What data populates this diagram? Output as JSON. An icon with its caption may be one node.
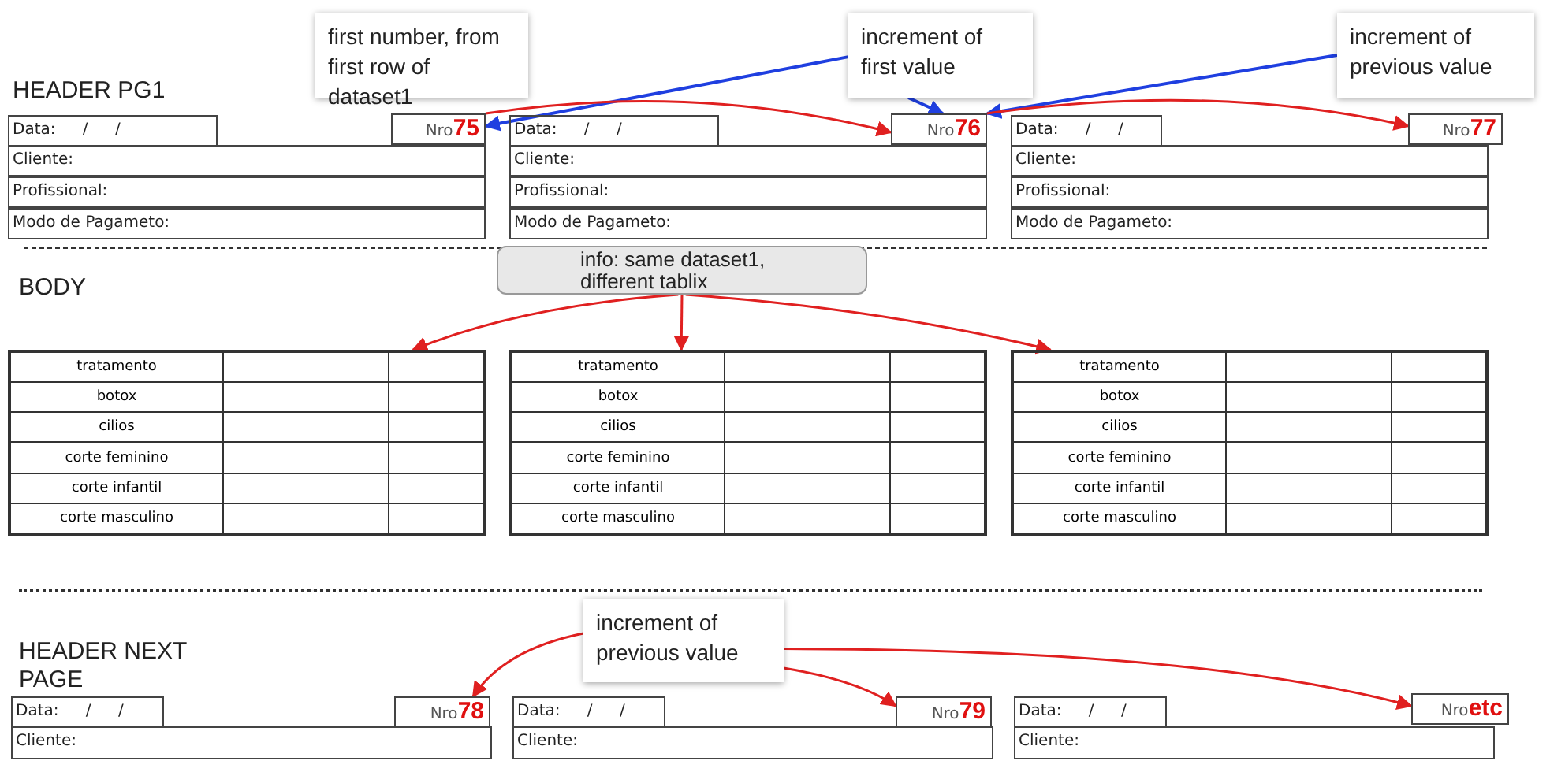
{
  "diagram": {
    "nodes": [
      {
        "text": [
          "first number, from first row of dataset1"
        ]
      },
      {
        "text": [
          "increment of first value"
        ]
      },
      {
        "text": [
          "increment of previous value"
        ]
      },
      {
        "text": [
          "info: same dataset1, different tablix"
        ]
      },
      {
        "text": [
          "increment of previous value"
        ]
      },
      {
        "text": [
          "Nro",
          "75"
        ]
      },
      {
        "text": [
          "Nro",
          "76"
        ]
      },
      {
        "text": [
          "Nro",
          "77"
        ]
      },
      {
        "text": [
          "tratamento",
          "botox",
          "cilios",
          "corte feminino",
          "corte infantil",
          "corte masculino"
        ]
      },
      {
        "text": [
          "tratamento",
          "botox",
          "cilios",
          "corte feminino",
          "corte infantil",
          "corte masculino"
        ]
      },
      {
        "text": [
          "tratamento",
          "botox",
          "cilios",
          "corte feminino",
          "corte infantil",
          "corte masculino"
        ]
      },
      {
        "text": [
          "Nro",
          "78"
        ]
      },
      {
        "text": [
          "Nro",
          "79"
        ]
      },
      {
        "text": [
          "Nro",
          "etc"
        ]
      }
    ],
    "edges": [
      {
        "from": 1,
        "to": 5,
        "arrow": "to",
        "color": "#1f3fe0"
      },
      {
        "from": 1,
        "to": 6,
        "arrow": "to",
        "color": "#1f3fe0"
      },
      {
        "from": 2,
        "to": 6,
        "arrow": "to",
        "color": "#1f3fe0"
      },
      {
        "from": 5,
        "to": 6,
        "arrow": "to"
      },
      {
        "from": 6,
        "to": 7,
        "arrow": "to"
      },
      {
        "from": 3,
        "to": 8,
        "arrow": "to"
      },
      {
        "from": 3,
        "to": 9,
        "arrow": "to"
      },
      {
        "from": 3,
        "to": 10,
        "arrow": "to"
      },
      {
        "from": 4,
        "to": 11,
        "arrow": "to"
      },
      {
        "from": 4,
        "to": 12,
        "arrow": "to"
      },
      {
        "from": 4,
        "to": 13,
        "arrow": "to"
      }
    ],
    "labels": [
      "HEADER PG1",
      "Data: / /",
      "Cliente:",
      "Profissional:",
      "Modo de Pagameto:",
      "Data: / /",
      "Cliente:",
      "Profissional:",
      "Modo de Pagameto:",
      "Data: / /",
      "Cliente:",
      "Profissional:",
      "Modo de Pagameto:",
      "BODY",
      "HEADER NEXT PAGE",
      "Data: / /",
      "Cliente:",
      "Data: / /",
      "Cliente:",
      "Data: / /",
      "Cliente:"
    ]
  }
}
